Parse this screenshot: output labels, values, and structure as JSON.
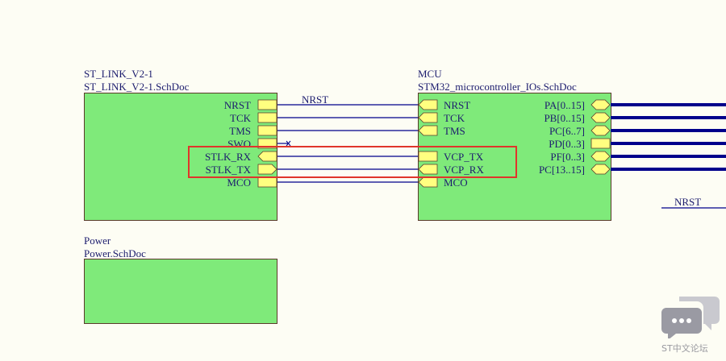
{
  "sheets": {
    "stlink": {
      "designator": "ST_LINK_V2-1",
      "filename": "ST_LINK_V2-1.SchDoc",
      "ports": [
        {
          "name": "NRST",
          "dir": "out"
        },
        {
          "name": "TCK",
          "dir": "out"
        },
        {
          "name": "TMS",
          "dir": "out"
        },
        {
          "name": "SWO",
          "dir": "out"
        },
        {
          "name": "STLK_RX",
          "dir": "in"
        },
        {
          "name": "STLK_TX",
          "dir": "outarrow"
        },
        {
          "name": "MCO",
          "dir": "out"
        }
      ]
    },
    "mcu": {
      "designator": "MCU",
      "filename": "STM32_microcontroller_IOs.SchDoc",
      "left_ports": [
        {
          "name": "NRST",
          "dir": "in"
        },
        {
          "name": "TCK",
          "dir": "in"
        },
        {
          "name": "TMS",
          "dir": "in"
        },
        {
          "name": "VCP_TX",
          "dir": "out"
        },
        {
          "name": "VCP_RX",
          "dir": "in"
        },
        {
          "name": "MCO",
          "dir": "in"
        }
      ],
      "right_ports": [
        {
          "name": "PA[0..15]",
          "dir": "bidir"
        },
        {
          "name": "PB[0..15]",
          "dir": "bidir"
        },
        {
          "name": "PC[6..7]",
          "dir": "bidir"
        },
        {
          "name": "PD[0..3]",
          "dir": "plain"
        },
        {
          "name": "PF[0..3]",
          "dir": "bidir"
        },
        {
          "name": "PC[13..15]",
          "dir": "bidir"
        }
      ]
    },
    "power": {
      "designator": "Power",
      "filename": "Power.SchDoc"
    }
  },
  "net_labels": {
    "nrst_mid": "NRST",
    "nrst_right": "NRST"
  },
  "watermark": "ST中文论坛",
  "colors": {
    "sheet_fill": "#7fea7a",
    "port_fill": "#ffff80",
    "wire": "#00008b",
    "highlight": "#e0352b"
  }
}
